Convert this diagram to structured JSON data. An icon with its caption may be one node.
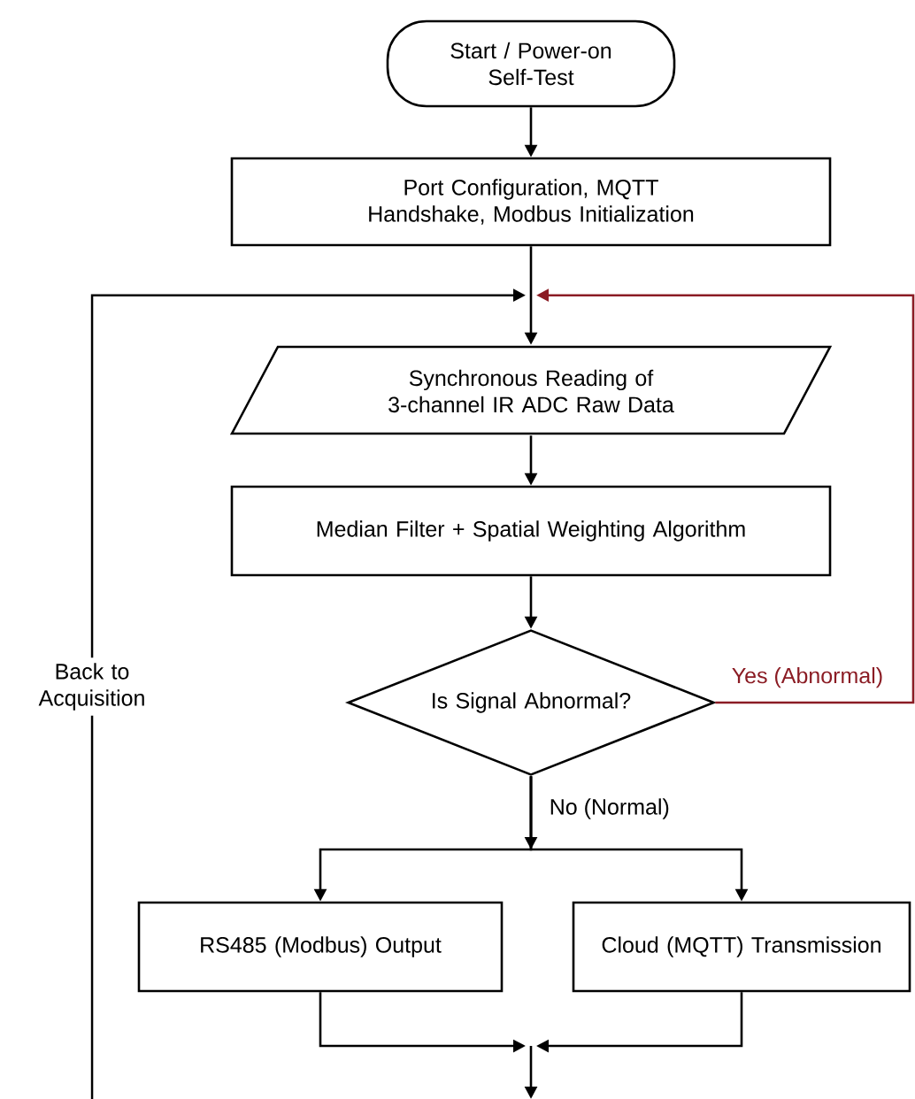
{
  "diagram": {
    "nodes": [
      {
        "text": [
          "Start / Power-on Self-Test"
        ]
      },
      {
        "text": [
          "Port Configuration, MQTT Handshake, Modbus Initialization"
        ]
      },
      {
        "text": [
          "Synchronous Reading of 3-channel IR ADC Raw Data"
        ]
      },
      {
        "text": [
          "Median Filter + Spatial Weighting Algorithm"
        ]
      },
      {
        "text": [
          "Is Signal Abnormal?"
        ]
      },
      {
        "text": [
          "RS485 (Modbus) Output"
        ]
      },
      {
        "text": [
          "Cloud (MQTT) Transmission"
        ]
      }
    ],
    "edges": [
      {
        "from": 0,
        "to": 1,
        "arrow": "to"
      },
      {
        "from": 1,
        "to": 2,
        "arrow": "to"
      },
      {
        "from": 2,
        "to": 3,
        "arrow": "to"
      },
      {
        "from": 3,
        "to": 4,
        "arrow": "to"
      },
      {
        "from": 4,
        "to": 5,
        "arrow": "to",
        "label": "No (Normal)"
      },
      {
        "from": 4,
        "to": 6,
        "arrow": "to"
      },
      {
        "from": 4,
        "to": 2,
        "arrow": "to",
        "label": "Yes (Abnormal)",
        "color": "#8b1c24"
      },
      {
        "from": 5,
        "to": null,
        "arrow": "to"
      },
      {
        "from": 6,
        "to": null,
        "arrow": "to"
      },
      {
        "from": null,
        "to": 2,
        "arrow": "to",
        "label": "Back to Acquisition"
      }
    ]
  }
}
